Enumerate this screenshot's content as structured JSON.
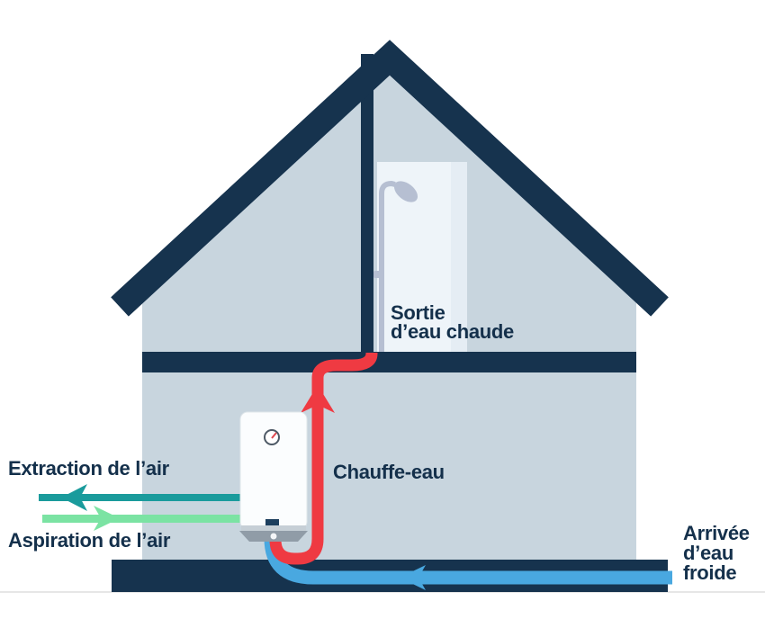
{
  "diagram": {
    "title_hint": "Chauffe-eau (water heater) house schematic",
    "labels": {
      "extraction": "Extraction de l’air",
      "aspiration": "Aspiration de l’air",
      "sortie": "Sortie\nd’eau chaude",
      "chauffe_eau": "Chauffe-eau",
      "arrivee": "Arrivée\nd’eau\nfroide"
    },
    "colors": {
      "structure_navy": "#16334e",
      "interior_blue": "#c8d5de",
      "shower_panel": "#eef4f9",
      "shower_panel_shade": "#e5edf4",
      "hot_pipe_red": "#ef3a42",
      "cold_pipe_blue": "#49a8e0",
      "extraction_teal": "#1a9b9c",
      "aspiration_green": "#7be3a3",
      "text_navy": "#14304b",
      "fixture_gray": "#b6bfd2",
      "heater_white": "#fbfdfe",
      "heater_base_gray": "#909ca7",
      "ground_line": "#e6e6e6"
    },
    "icons": [
      "shower-icon",
      "gauge-icon",
      "water-heater-icon",
      "arrow-up-icon",
      "arrow-left-icon",
      "arrow-right-icon"
    ]
  }
}
